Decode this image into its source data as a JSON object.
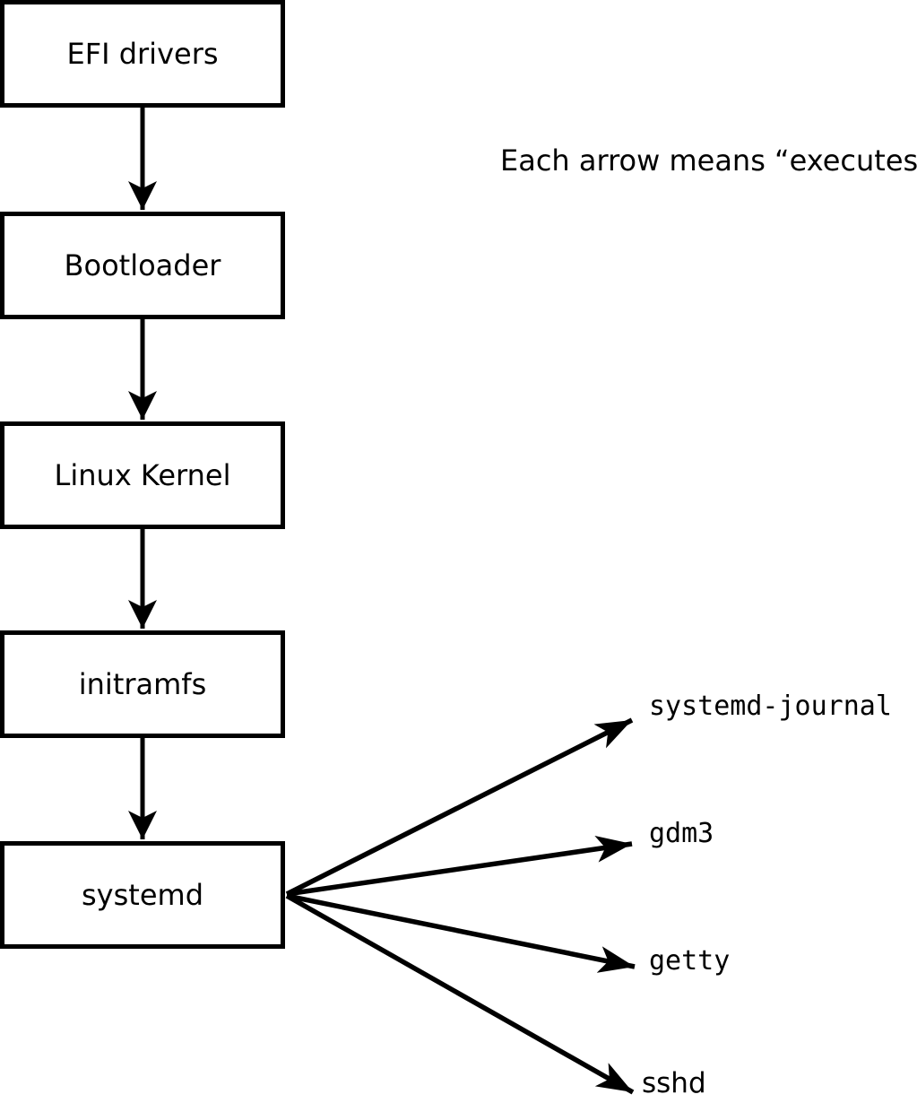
{
  "note": "Each arrow means “executes”.",
  "boot_chain": [
    "EFI drivers",
    "Bootloader",
    "Linux Kernel",
    "initramfs",
    "systemd"
  ],
  "systemd_children": [
    "systemd-journal",
    "gdm3",
    "getty",
    "sshd"
  ],
  "colors": {
    "stroke": "#000000",
    "background": "#ffffff",
    "box_fill": "#ffffff"
  }
}
